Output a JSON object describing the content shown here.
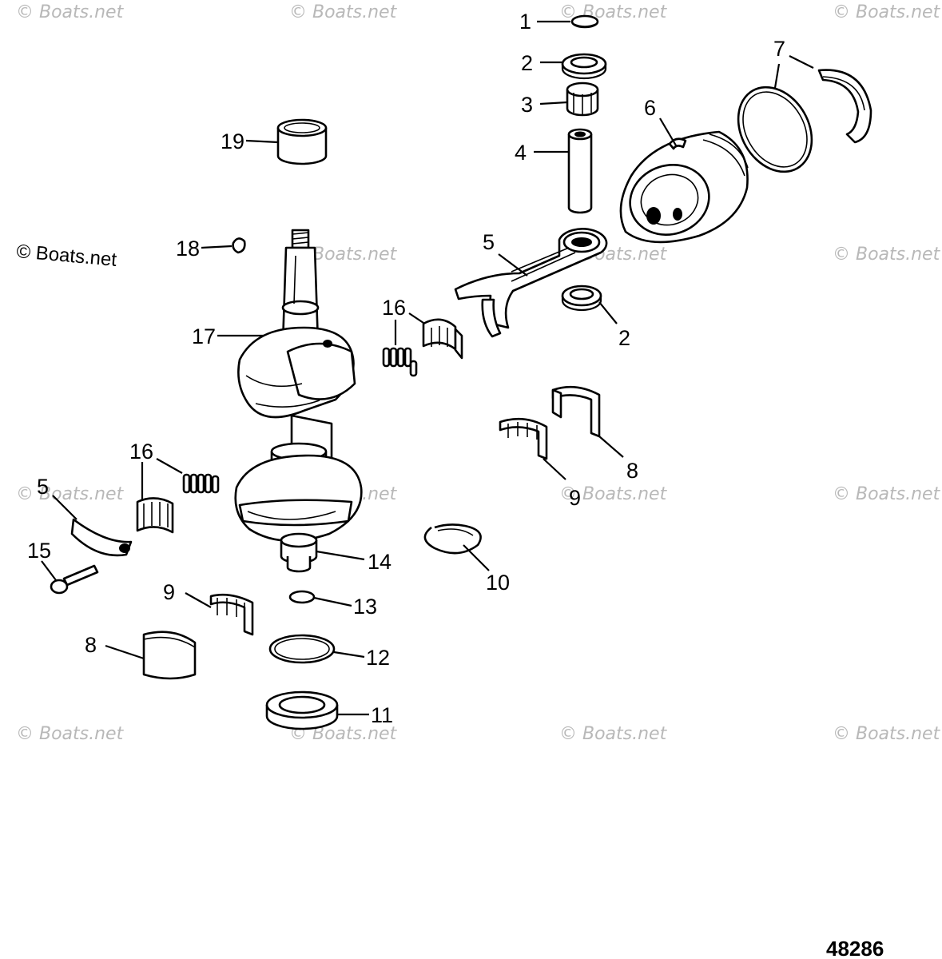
{
  "watermark_text": "© Boats.net",
  "main_watermark": "© Boats.net",
  "figure_number": "48286",
  "callouts": [
    {
      "label": "1"
    },
    {
      "label": "2"
    },
    {
      "label": "3"
    },
    {
      "label": "4"
    },
    {
      "label": "5"
    },
    {
      "label": "2"
    },
    {
      "label": "6"
    },
    {
      "label": "7"
    },
    {
      "label": "19"
    },
    {
      "label": "18"
    },
    {
      "label": "17"
    },
    {
      "label": "16"
    },
    {
      "label": "16"
    },
    {
      "label": "5"
    },
    {
      "label": "15"
    },
    {
      "label": "14"
    },
    {
      "label": "13"
    },
    {
      "label": "12"
    },
    {
      "label": "11"
    },
    {
      "label": "10"
    },
    {
      "label": "9"
    },
    {
      "label": "8"
    },
    {
      "label": "9"
    },
    {
      "label": "8"
    }
  ]
}
